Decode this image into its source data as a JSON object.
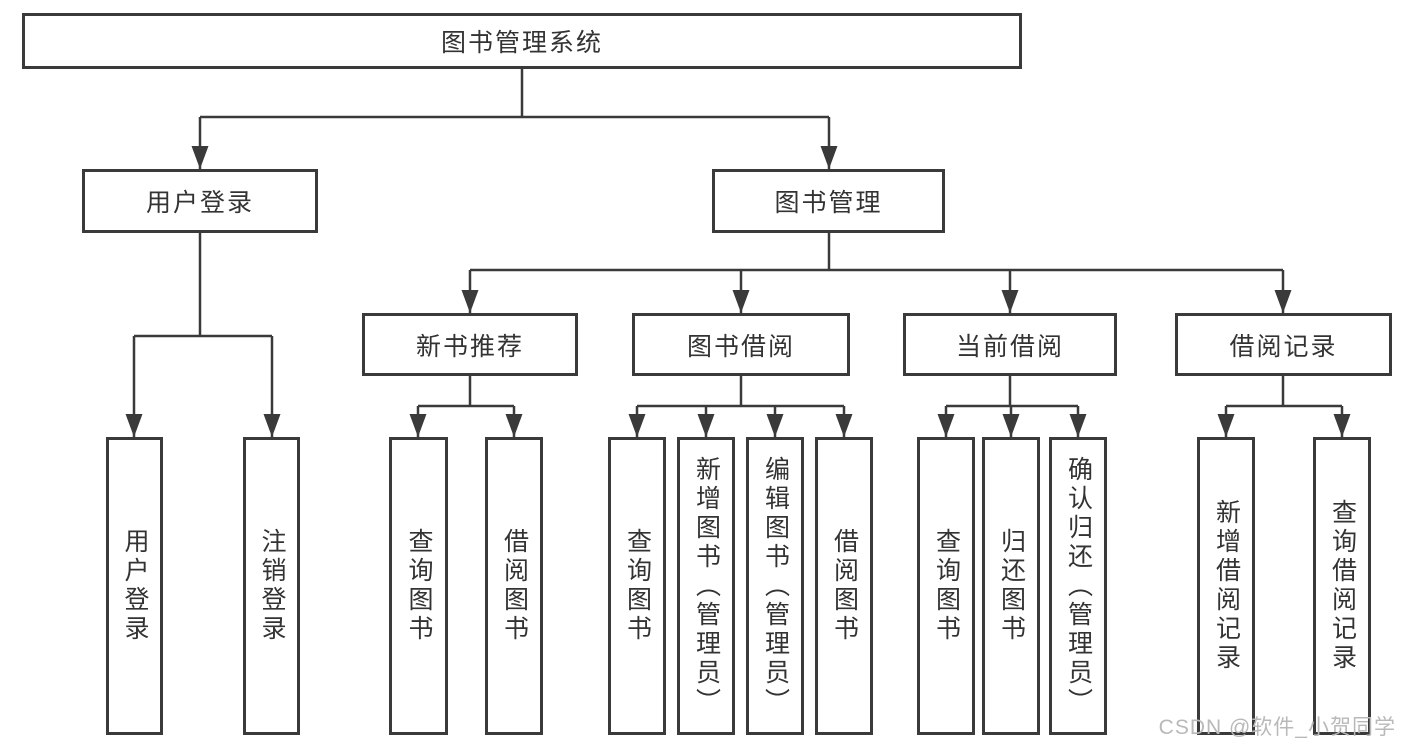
{
  "colors": {
    "line": "#3a3a3a",
    "text": "#333333",
    "watermark": "#b9b9b9",
    "background": "#ffffff"
  },
  "tree": {
    "root": {
      "label": "图书管理系统",
      "children": [
        {
          "label": "用户登录",
          "children": [
            {
              "label": "用户登录"
            },
            {
              "label": "注销登录"
            }
          ]
        },
        {
          "label": "图书管理",
          "children": [
            {
              "label": "新书推荐",
              "children": [
                {
                  "label": "查询图书"
                },
                {
                  "label": "借阅图书"
                }
              ]
            },
            {
              "label": "图书借阅",
              "children": [
                {
                  "label": "查询图书"
                },
                {
                  "label": "新增图书（管理员）"
                },
                {
                  "label": "编辑图书（管理员）"
                },
                {
                  "label": "借阅图书"
                }
              ]
            },
            {
              "label": "当前借阅",
              "children": [
                {
                  "label": "查询图书"
                },
                {
                  "label": "归还图书"
                },
                {
                  "label": "确认归还（管理员）"
                }
              ]
            },
            {
              "label": "借阅记录",
              "children": [
                {
                  "label": "新增借阅记录"
                },
                {
                  "label": "查询借阅记录"
                }
              ]
            }
          ]
        }
      ]
    }
  },
  "watermark": {
    "text": "CSDN @软件_小贺同学"
  }
}
